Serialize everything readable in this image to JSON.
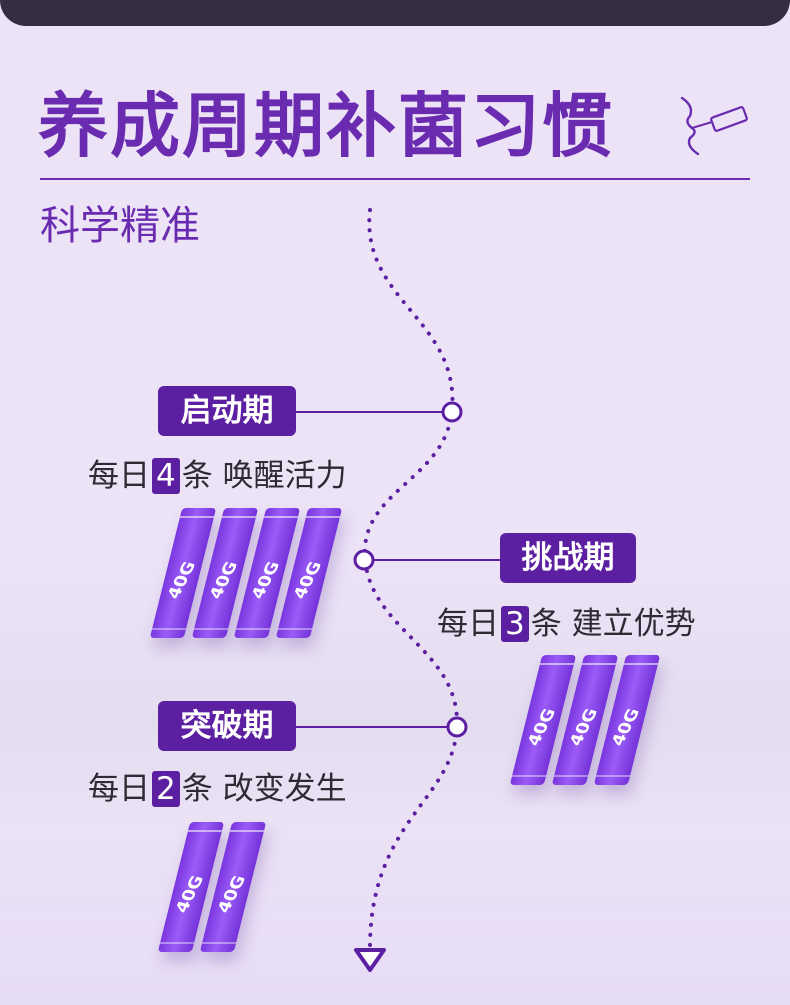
{
  "title": "养成周期补菌习惯",
  "subtitle": "科学精准",
  "product_label": "40G",
  "colors": {
    "accent": "#5d1fa2",
    "title": "#6a2bb0",
    "stick": "#8a48ee"
  },
  "phases": [
    {
      "name": "启动期",
      "prefix": "每日",
      "count": "4",
      "suffix": "条",
      "benefit": "唤醒活力"
    },
    {
      "name": "挑战期",
      "prefix": "每日",
      "count": "3",
      "suffix": "条",
      "benefit": "建立优势"
    },
    {
      "name": "突破期",
      "prefix": "每日",
      "count": "2",
      "suffix": "条",
      "benefit": "改变发生"
    }
  ]
}
